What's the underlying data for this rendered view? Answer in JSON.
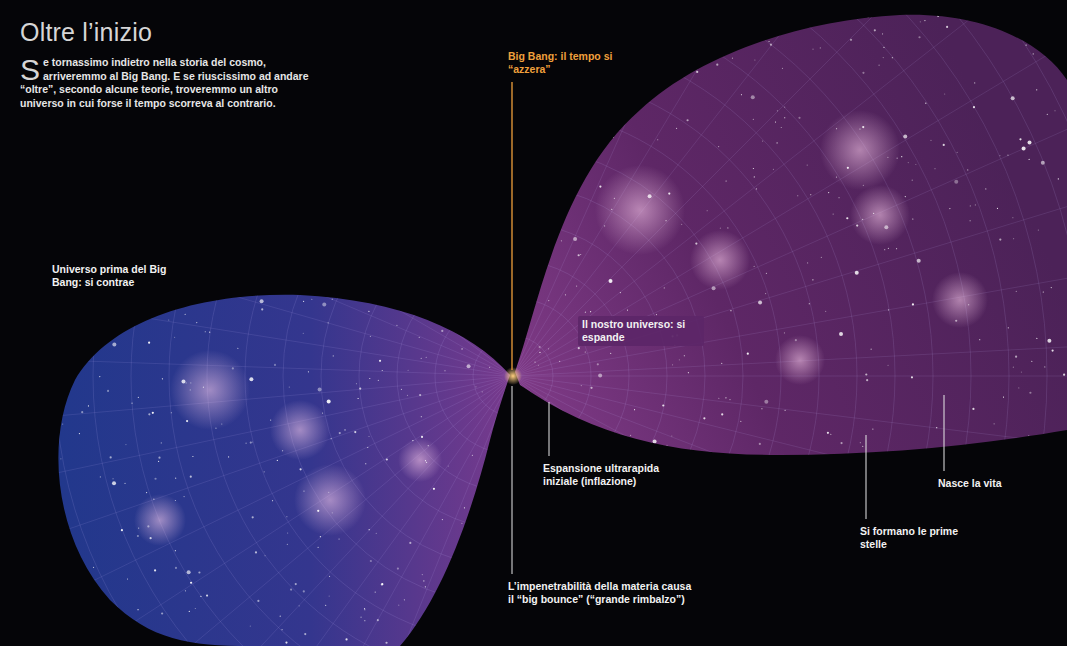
{
  "diagram": {
    "title": "Oltre l’inizio",
    "labels": [
      "Se tornassimo indietro nella storia del cosmo, arriveremmo al Big Bang. E se riuscissimo ad andare “oltre”, secondo alcune teorie, troveremmo un altro universo in cui forse il tempo scorreva al contrario.",
      "Big Bang: il tempo si “azzera”",
      "Universo prima del Big Bang: si contrae",
      "Il nostro universo: si espande",
      "Nasce la vita",
      "Espansione ultrarapida iniziale (inflazione)",
      "Si formano le prime stelle",
      "L’impenetrabilità della materia causa il “big bounce” (“grande rimbalzo”)"
    ]
  }
}
